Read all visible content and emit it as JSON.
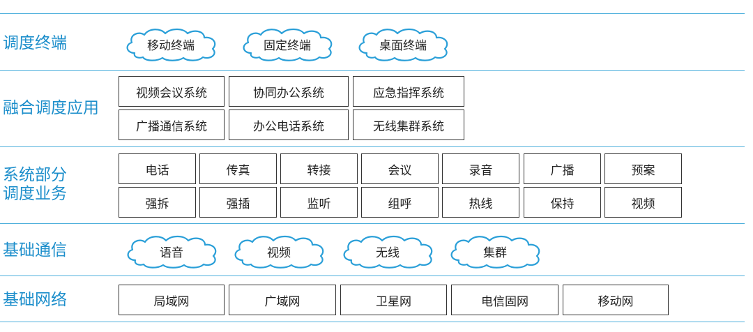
{
  "rows": {
    "terminals": {
      "label": "调度终端",
      "items": [
        "移动终端",
        "固定终端",
        "桌面终端"
      ]
    },
    "apps": {
      "label": "融合调度应用",
      "items": [
        "视频会议系统",
        "协同办公系统",
        "应急指挥系统",
        "广播通信系统",
        "办公电话系统",
        "无线集群系统"
      ]
    },
    "services": {
      "label_line1": "系统部分",
      "label_line2": "调度业务",
      "items": [
        "电话",
        "传真",
        "转接",
        "会议",
        "录音",
        "广播",
        "预案",
        "强拆",
        "强插",
        "监听",
        "组呼",
        "热线",
        "保持",
        "视频"
      ]
    },
    "comms": {
      "label": "基础通信",
      "items": [
        "语音",
        "视频",
        "无线",
        "集群"
      ]
    },
    "network": {
      "label": "基础网络",
      "items": [
        "局域网",
        "广域网",
        "卫星网",
        "电信固网",
        "移动网"
      ]
    }
  },
  "colors": {
    "accent": "#1c8ecb",
    "cloud_stroke": "#2a9fd8",
    "box_stroke": "#333333"
  }
}
